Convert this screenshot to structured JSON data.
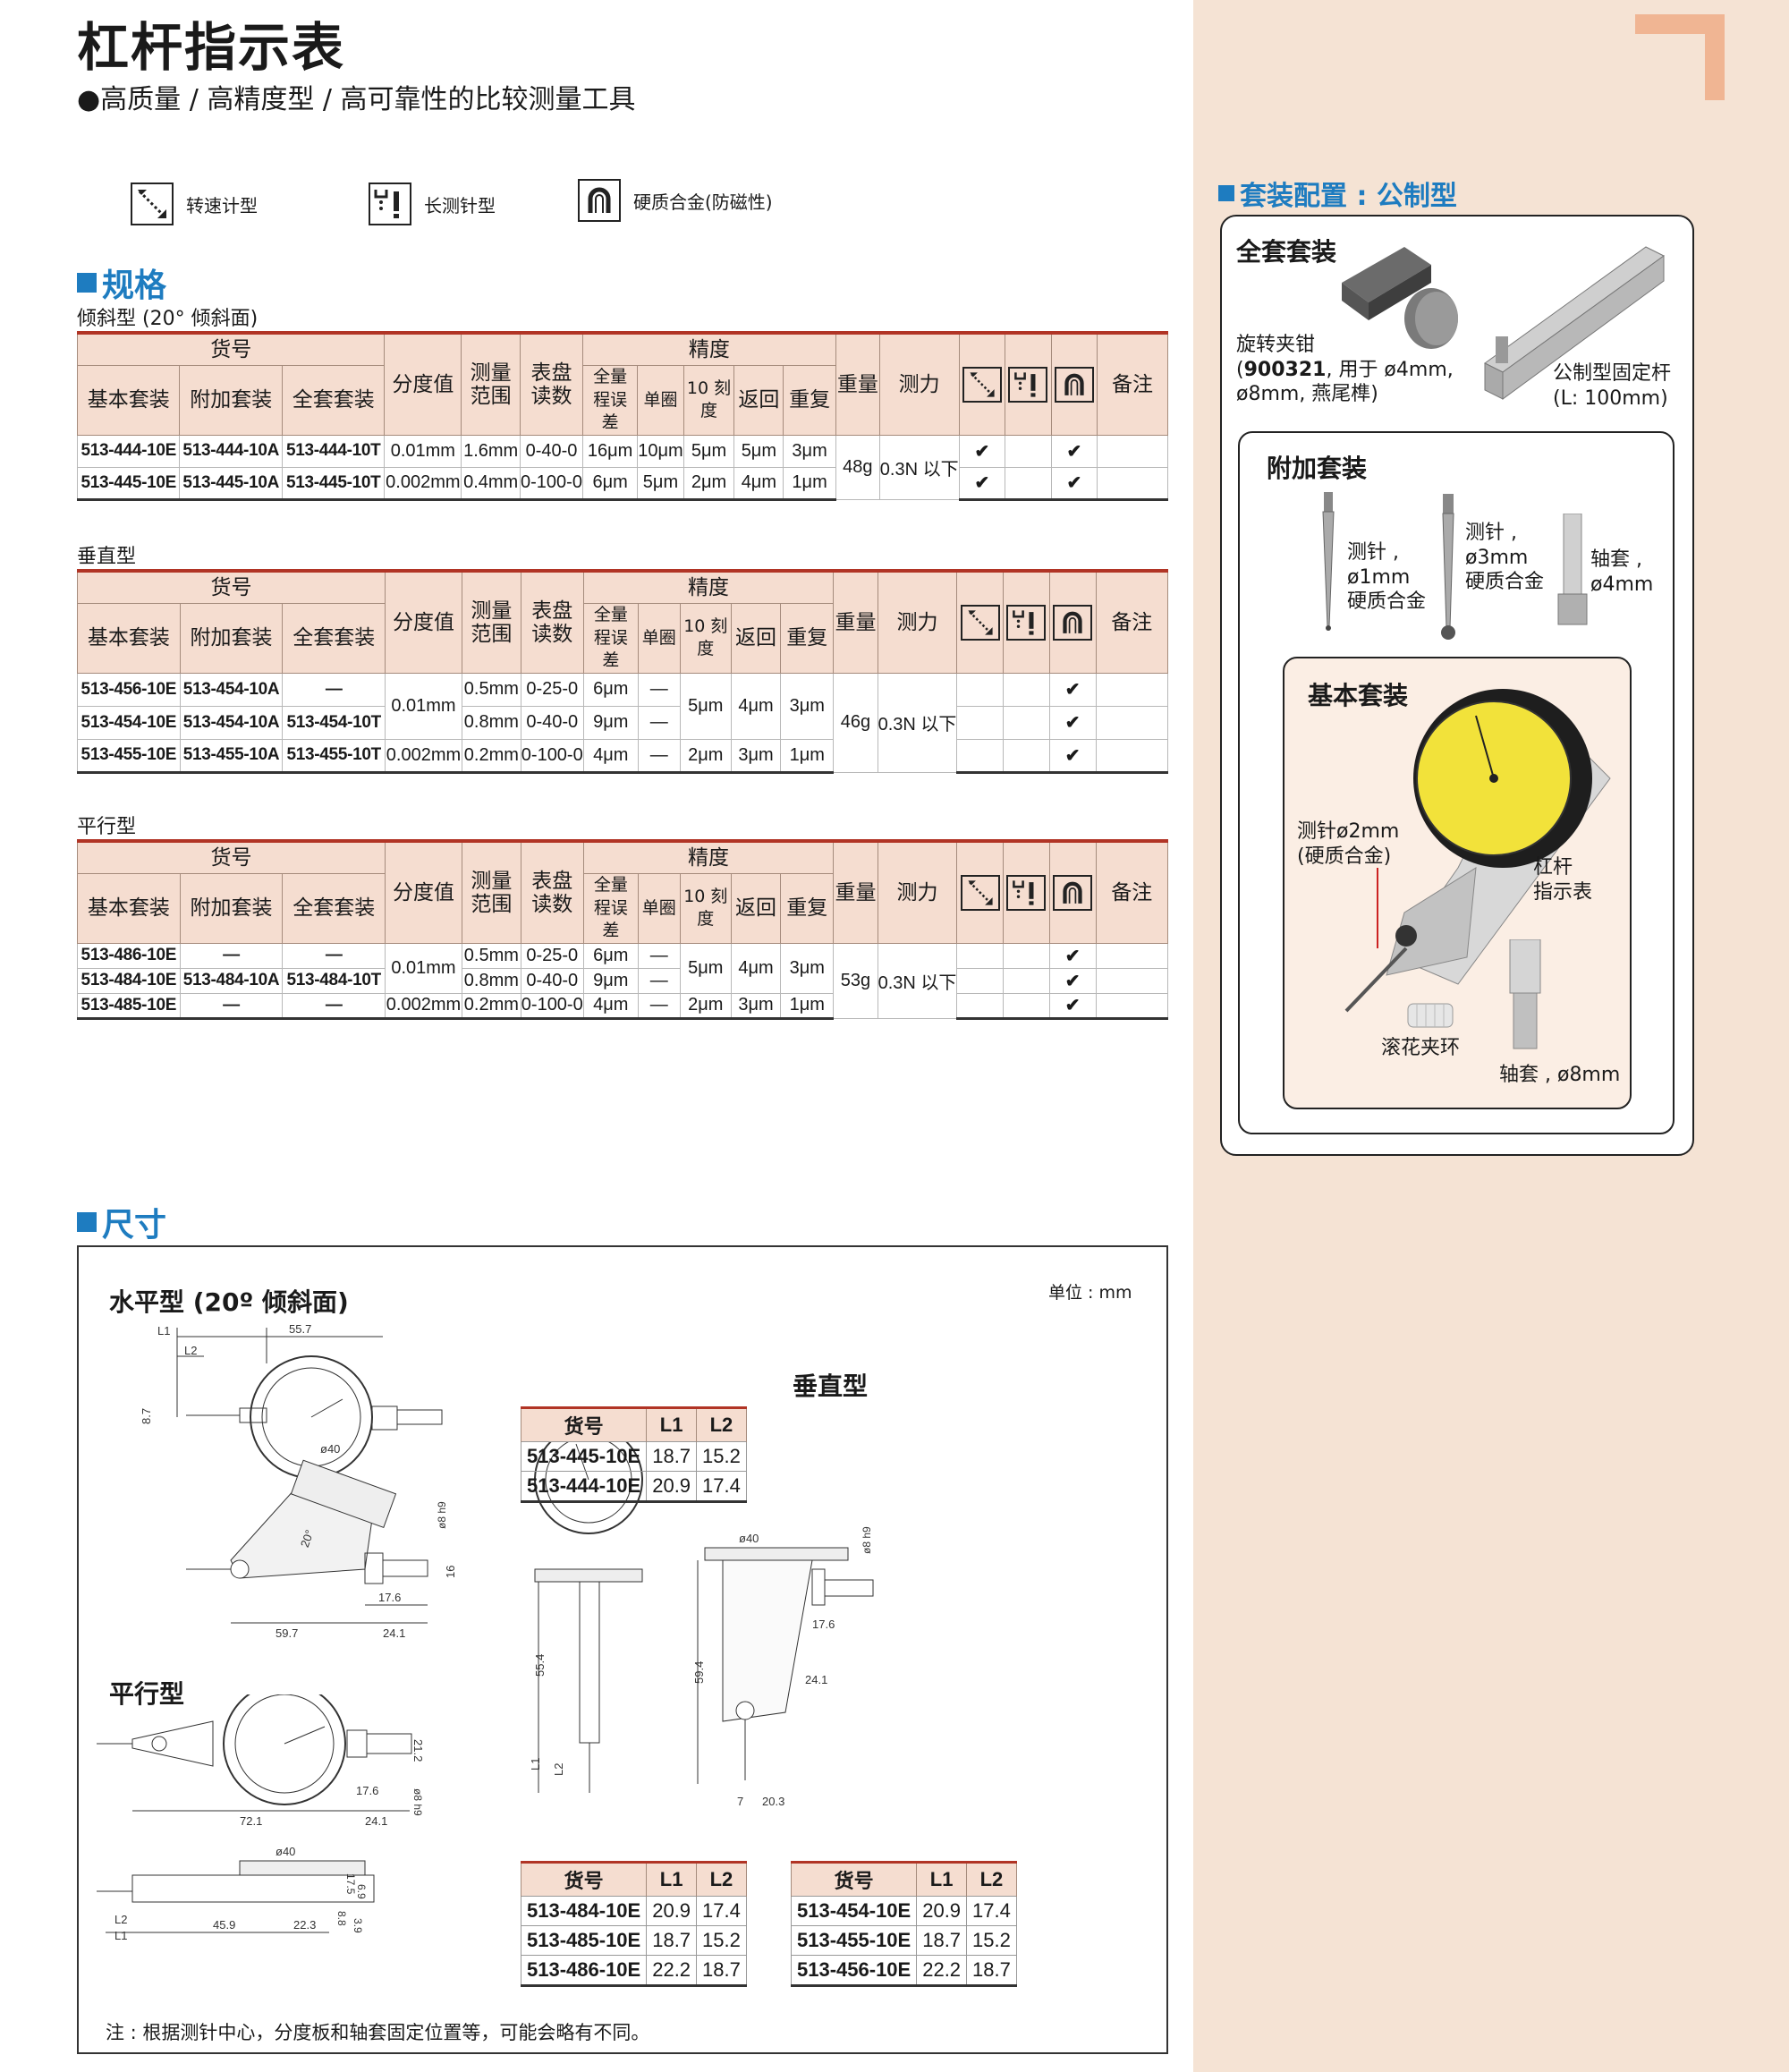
{
  "header": {
    "title": "杠杆指示表",
    "subtitle": "●高质量 / 高精度型 / 高可靠性的比较测量工具"
  },
  "legend": [
    {
      "icon": "tachometer-type-icon",
      "label": "转速计型"
    },
    {
      "icon": "long-stylus-type-icon",
      "label": "长测针型"
    },
    {
      "icon": "carbide-magnet-icon",
      "label": "硬质合金(防磁性)"
    }
  ],
  "spec": {
    "heading": "规格",
    "columns": {
      "part_no": "货号",
      "basic_set": "基本套装",
      "add_set": "附加套装",
      "full_set": "全套套装",
      "graduation": "分度值",
      "range": "测量范围",
      "dial": "表盘读数",
      "accuracy": "精度",
      "full_range_error": "全量程误差",
      "single_rev": "单圈",
      "ten_div": "10 刻度",
      "hysteresis": "返回",
      "repeat": "重复",
      "weight": "重量",
      "force": "测力",
      "remark": "备注"
    },
    "tables": [
      {
        "type": "倾斜型 (20° 倾斜面)",
        "weight": "48g",
        "force": "0.3N 以下",
        "rows": [
          {
            "basic": "513-444-10E",
            "add": "513-444-10A",
            "full": "513-444-10T",
            "grad": "0.01mm",
            "range": "1.6mm",
            "dial": "0-40-0",
            "fre": "16μm",
            "single": "10μm",
            "ten": "5μm",
            "hyst": "5μm",
            "rep": "3μm",
            "c1": "✔",
            "c2": "",
            "c3": "✔"
          },
          {
            "basic": "513-445-10E",
            "add": "513-445-10A",
            "full": "513-445-10T",
            "grad": "0.002mm",
            "range": "0.4mm",
            "dial": "0-100-0",
            "fre": "6μm",
            "single": "5μm",
            "ten": "2μm",
            "hyst": "4μm",
            "rep": "1μm",
            "c1": "✔",
            "c2": "",
            "c3": "✔"
          }
        ]
      },
      {
        "type": "垂直型",
        "weight": "46g",
        "force": "0.3N 以下",
        "grad_merged": "0.01mm",
        "ten_merged": "5μm",
        "hyst_merged": "4μm",
        "rep_merged": "3μm",
        "rows": [
          {
            "basic": "513-456-10E",
            "add": "513-454-10A",
            "full": "—",
            "range": "0.5mm",
            "dial": "0-25-0",
            "fre": "6μm",
            "single": "—",
            "c3": "✔"
          },
          {
            "basic": "513-454-10E",
            "add": "513-454-10A",
            "full": "513-454-10T",
            "range": "0.8mm",
            "dial": "0-40-0",
            "fre": "9μm",
            "single": "—",
            "c3": "✔"
          },
          {
            "basic": "513-455-10E",
            "add": "513-455-10A",
            "full": "513-455-10T",
            "grad": "0.002mm",
            "range": "0.2mm",
            "dial": "0-100-0",
            "fre": "4μm",
            "single": "—",
            "ten": "2μm",
            "hyst": "3μm",
            "rep": "1μm",
            "c3": "✔"
          }
        ]
      },
      {
        "type": "平行型",
        "weight": "53g",
        "force": "0.3N 以下",
        "grad_merged": "0.01mm",
        "ten_merged": "5μm",
        "hyst_merged": "4μm",
        "rep_merged": "3μm",
        "rows": [
          {
            "basic": "513-486-10E",
            "add": "—",
            "full": "—",
            "range": "0.5mm",
            "dial": "0-25-0",
            "fre": "6μm",
            "single": "—",
            "c3": "✔"
          },
          {
            "basic": "513-484-10E",
            "add": "513-484-10A",
            "full": "513-484-10T",
            "range": "0.8mm",
            "dial": "0-40-0",
            "fre": "9μm",
            "single": "—",
            "c3": "✔"
          },
          {
            "basic": "513-485-10E",
            "add": "—",
            "full": "—",
            "grad": "0.002mm",
            "range": "0.2mm",
            "dial": "0-100-0",
            "fre": "4μm",
            "single": "—",
            "ten": "2μm",
            "hyst": "3μm",
            "rep": "1μm",
            "c3": "✔"
          }
        ]
      }
    ]
  },
  "kit": {
    "heading": "套装配置 : 公制型",
    "full_title": "全套套装",
    "clamp_line1": "旋转夹钳",
    "clamp_code": "900321",
    "clamp_line2": ", 用于 ø4mm,",
    "clamp_line3": "ø8mm, 燕尾榫)",
    "clamp_paren": "(",
    "rod_line1": "公制型固定杆",
    "rod_line2": "(L: 100mm)",
    "add_title": "附加套装",
    "stylus1": [
      "测针 ,",
      "ø1mm",
      "硬质合金"
    ],
    "stylus2": [
      "测针 ,",
      "ø3mm",
      "硬质合金"
    ],
    "sleeve4": [
      "轴套 ,",
      "ø4mm"
    ],
    "basic_title": "基本套装",
    "stylus2mm": [
      "测针ø2mm",
      "(硬质合金)"
    ],
    "indicator": [
      "杠杆",
      "指示表"
    ],
    "knurl": "滚花夹环",
    "sleeve8": "轴套 , ø8mm"
  },
  "dims": {
    "heading": "尺寸",
    "unit": "单位 : mm",
    "horizontal_title_a": "水平型 ",
    "horizontal_title_b": "(20º",
    "horizontal_title_c": " 倾斜面)",
    "vertical_title": "垂直型",
    "parallel_title": "平行型",
    "note": "注 : 根据测针中心，分度板和轴套固定位置等，可能会略有不同。",
    "table_headers": [
      "货号",
      "L1",
      "L2"
    ],
    "tables": {
      "horizontal": [
        [
          "513-445-10E",
          "18.7",
          "15.2"
        ],
        [
          "513-444-10E",
          "20.9",
          "17.4"
        ]
      ],
      "parallel": [
        [
          "513-484-10E",
          "20.9",
          "17.4"
        ],
        [
          "513-485-10E",
          "18.7",
          "15.2"
        ],
        [
          "513-486-10E",
          "22.2",
          "18.7"
        ]
      ],
      "vertical": [
        [
          "513-454-10E",
          "20.9",
          "17.4"
        ],
        [
          "513-455-10E",
          "18.7",
          "15.2"
        ],
        [
          "513-456-10E",
          "22.2",
          "18.7"
        ]
      ]
    },
    "labels": {
      "L1": "L1",
      "L2": "L2",
      "h_55_7": "55.7",
      "h_8_7": "8.7",
      "h_40": "ø40",
      "h_8h9": "ø8 h9",
      "h_20": "20°",
      "h_16": "16",
      "h_17_6": "17.6",
      "h_59_7": "59.7",
      "h_24_1": "24.1",
      "p_21_2": "21.2",
      "p_17_6": "17.6",
      "p_8h9": "ø8 h9",
      "p_72_1": "72.1",
      "p_24_1": "24.1",
      "p_40": "ø40",
      "p_17_5": "17.5",
      "p_6_9": "6.9",
      "p_3_9": "3.9",
      "p_8_8": "8.8",
      "p_45_9": "45.9",
      "p_22_3": "22.3",
      "v_55_4": "55.4",
      "v_40": "ø40",
      "v_8h9": "ø8 h9",
      "v_59_4": "59.4",
      "v_17_6": "17.6",
      "v_24_1": "24.1",
      "v_7": "7",
      "v_20_3": "20.3"
    }
  },
  "colors": {
    "accent_blue": "#1e7cc0",
    "header_red": "#b13425",
    "header_bg": "#f5ddd0",
    "panel_bg": "#f5e3d4",
    "corner": "#f0b593"
  }
}
